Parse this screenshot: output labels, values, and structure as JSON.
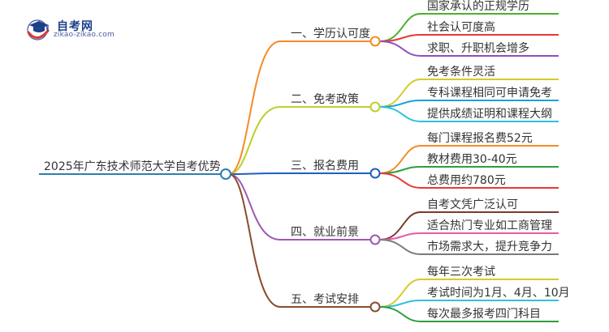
{
  "logo": {
    "title": "自考网",
    "url": "zikao-zikao.com",
    "colors": {
      "blue": "#1d3f8a",
      "red": "#d93a3a",
      "light_blue": "#4a5aa0"
    }
  },
  "root": {
    "label": "2025年广东技术师范大学自考优势",
    "color": "#2a7fb0"
  },
  "branches": [
    {
      "label": "一、学历认可度",
      "color": "#f28c28",
      "leaf_color": "#2e9e3f",
      "leaves": [
        {
          "label": "国家承认的正规学历",
          "color": "#4caf2f"
        },
        {
          "label": "社会认可度高",
          "color": "#e83838"
        },
        {
          "label": "求职、升职机会增多",
          "color": "#8d4fbf"
        }
      ]
    },
    {
      "label": "二、免考政策",
      "color": "#bfcf2a",
      "leaves": [
        {
          "label": "免考条件灵活",
          "color": "#d6cc2a"
        },
        {
          "label": "专科课程相同可申请免考",
          "color": "#1aa3d6"
        },
        {
          "label": "提供成绩证明和课程大纲",
          "color": "#2ec2d6"
        }
      ]
    },
    {
      "label": "三、报名费用",
      "color": "#1f5fbf",
      "leaves": [
        {
          "label": "每门课程报名费52元",
          "color": "#f28c28"
        },
        {
          "label": "教材费用30-40元",
          "color": "#2e9e3f"
        },
        {
          "label": "总费用约780元",
          "color": "#e83838"
        }
      ]
    },
    {
      "label": "四、就业前景",
      "color": "#9b59b6",
      "leaves": [
        {
          "label": "自考文凭广泛认可",
          "color": "#7a3b2e"
        },
        {
          "label": "适合热门专业如工商管理",
          "color": "#e85aa8"
        },
        {
          "label": "市场需求大，提升竞争力",
          "color": "#7a7a7a"
        }
      ]
    },
    {
      "label": "五、考试安排",
      "color": "#8b4a2b",
      "leaves": [
        {
          "label": "每年三次考试",
          "color": "#d6cc2a"
        },
        {
          "label": "考试时间为1月、4月、10月",
          "color": "#2ec2d6"
        },
        {
          "label": "每次最多报考四门科目",
          "color": "#2e9e3f"
        }
      ]
    }
  ]
}
